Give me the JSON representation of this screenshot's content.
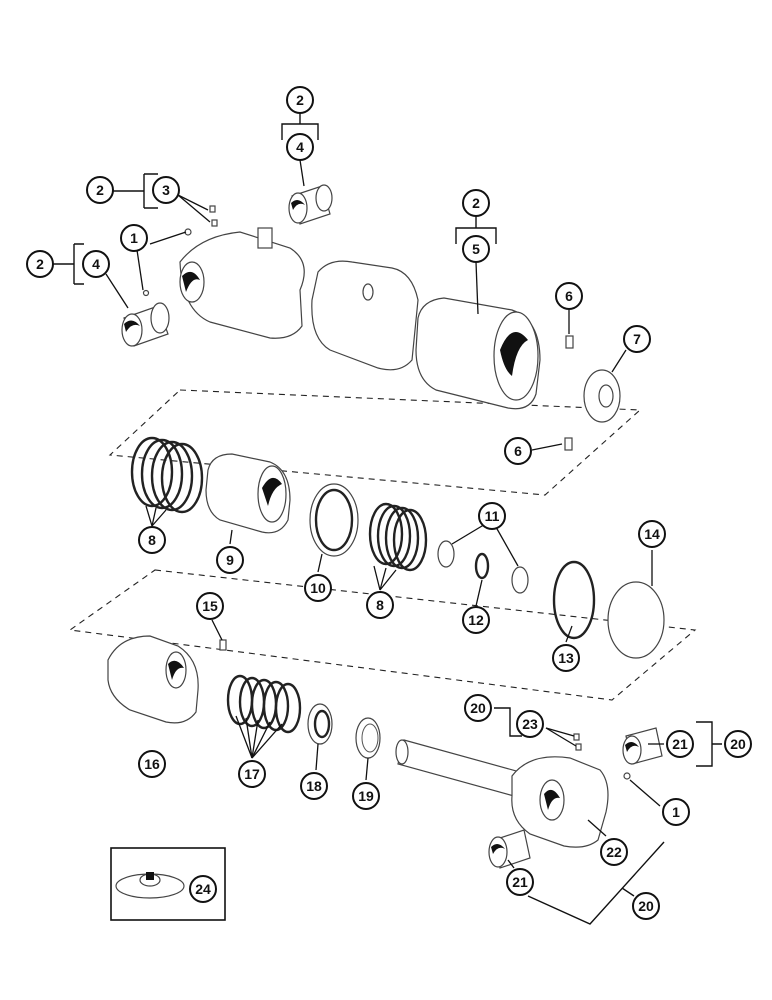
{
  "callouts": [
    {
      "id": "c-2-top",
      "label": "2"
    },
    {
      "id": "c-4-top",
      "label": "4"
    },
    {
      "id": "c-2-left3",
      "label": "2"
    },
    {
      "id": "c-3",
      "label": "3"
    },
    {
      "id": "c-1-top",
      "label": "1"
    },
    {
      "id": "c-2-left4",
      "label": "2"
    },
    {
      "id": "c-4-left",
      "label": "4"
    },
    {
      "id": "c-2-right",
      "label": "2"
    },
    {
      "id": "c-5",
      "label": "5"
    },
    {
      "id": "c-6-top",
      "label": "6"
    },
    {
      "id": "c-7",
      "label": "7"
    },
    {
      "id": "c-6-bottom",
      "label": "6"
    },
    {
      "id": "c-8-left",
      "label": "8"
    },
    {
      "id": "c-9",
      "label": "9"
    },
    {
      "id": "c-10",
      "label": "10"
    },
    {
      "id": "c-8-mid",
      "label": "8"
    },
    {
      "id": "c-11",
      "label": "11"
    },
    {
      "id": "c-12",
      "label": "12"
    },
    {
      "id": "c-13",
      "label": "13"
    },
    {
      "id": "c-14",
      "label": "14"
    },
    {
      "id": "c-15",
      "label": "15"
    },
    {
      "id": "c-16",
      "label": "16"
    },
    {
      "id": "c-17",
      "label": "17"
    },
    {
      "id": "c-18",
      "label": "18"
    },
    {
      "id": "c-19",
      "label": "19"
    },
    {
      "id": "c-20-top",
      "label": "20"
    },
    {
      "id": "c-23",
      "label": "23"
    },
    {
      "id": "c-21-right",
      "label": "21"
    },
    {
      "id": "c-20-right",
      "label": "20"
    },
    {
      "id": "c-1-right",
      "label": "1"
    },
    {
      "id": "c-22",
      "label": "22"
    },
    {
      "id": "c-21-bottom",
      "label": "21"
    },
    {
      "id": "c-20-bottom",
      "label": "20"
    },
    {
      "id": "c-24",
      "label": "24"
    }
  ]
}
